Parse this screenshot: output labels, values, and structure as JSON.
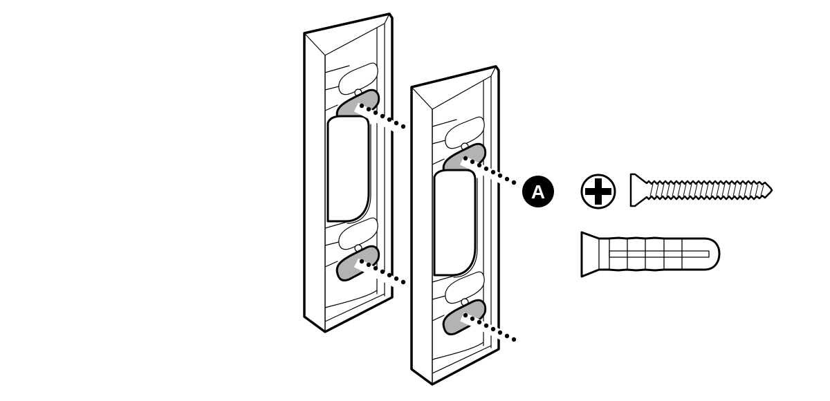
{
  "figure": {
    "description": "Mounting bracket installation diagram: two wedge/corner brackets with screw hole guides pointing to fastener kit A",
    "colors": {
      "stroke": "#000000",
      "background": "#ffffff",
      "slot_fill": "#b3b3b3"
    },
    "brackets": [
      {
        "id": "bracket-1",
        "slots": 2
      },
      {
        "id": "bracket-2",
        "slots": 2
      }
    ],
    "callout": {
      "label": "A",
      "meaning": "fastener kit"
    },
    "fasteners": [
      {
        "type": "phillips-screw",
        "head_icon": "phillips-drive-icon"
      },
      {
        "type": "wall-anchor"
      }
    ]
  }
}
